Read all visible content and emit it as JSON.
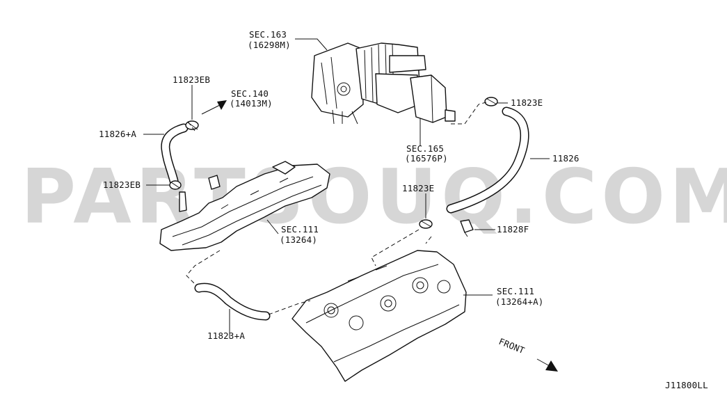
{
  "watermark": "PARTSOUQ.COM",
  "labels": {
    "sec163": "SEC.163",
    "sec163_part": "(16298M)",
    "clamp_eb_top": "11823EB",
    "sec140": "SEC.140",
    "sec140_part": "(14013M)",
    "hose_a": "11826+A",
    "clamp_eb_mid": "11823EB",
    "sec165": "SEC.165",
    "sec165_part": "(16576P)",
    "clamp_e_right": "11823E",
    "hose_right": "11826",
    "clamp_e_mid": "11823E",
    "clamp_f": "11828F",
    "sec111_left": "SEC.111",
    "sec111_left_part": "(13264)",
    "sec111_right": "SEC.111",
    "sec111_right_part": "(13264+A)",
    "hose_bottom": "11823+A",
    "front": "FRONT",
    "diagram_code": "J11800LL"
  }
}
